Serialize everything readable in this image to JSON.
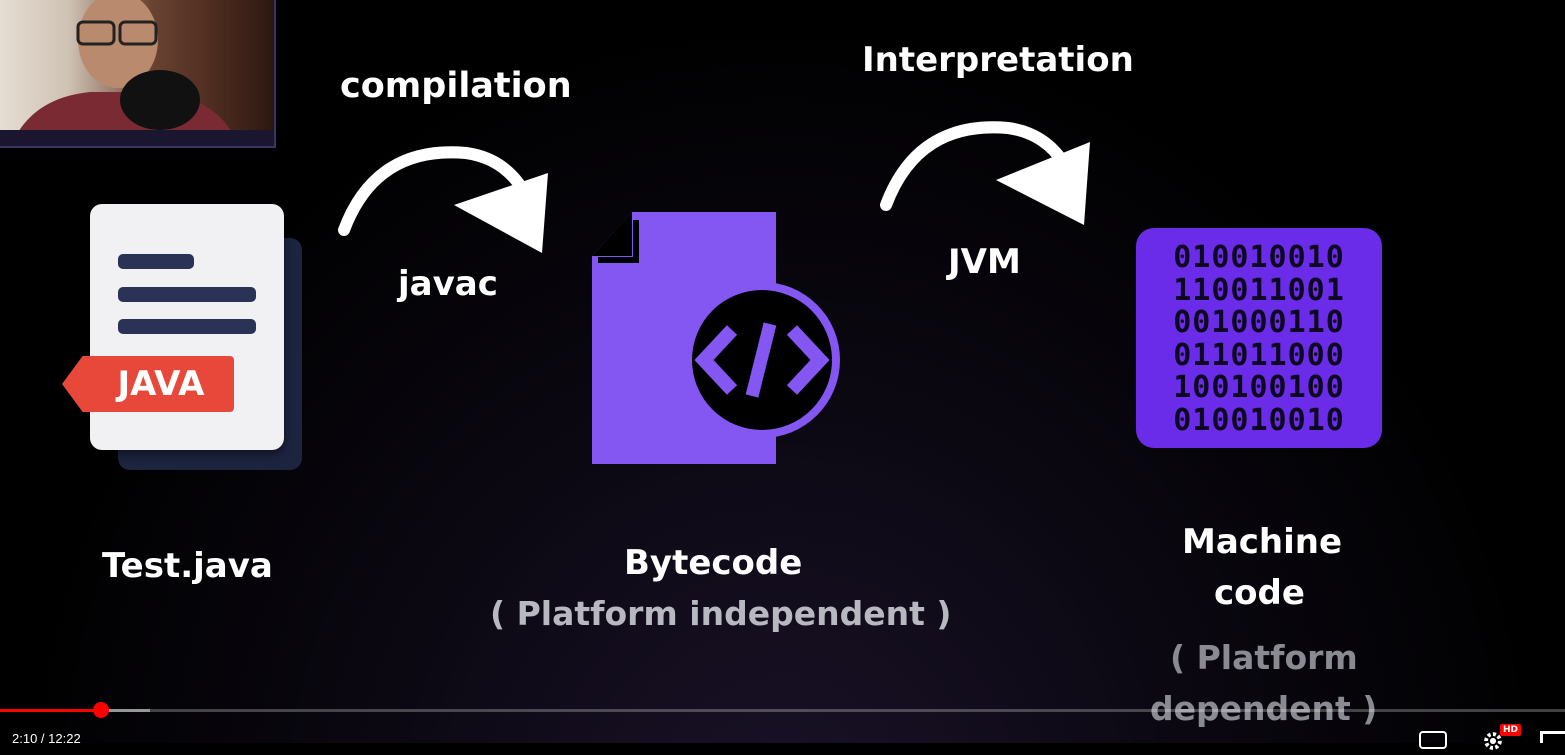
{
  "slide": {
    "compilation": "compilation",
    "javac": "javac",
    "interpretation": "Interpretation",
    "jvm": "JVM",
    "java_badge": "JAVA",
    "source_file": "Test.java",
    "bytecode": "Bytecode",
    "bytecode_note": "( Platform independent )",
    "machine_line1": "Machine",
    "machine_line2": "code",
    "machine_note1": "( Platform",
    "machine_note2": "dependent )",
    "binary_rows": [
      "010010010",
      "110011001",
      "001000110",
      "011011000",
      "100100100",
      "010010010"
    ],
    "code_glyph": "</>"
  },
  "player": {
    "current_time": "2:10",
    "separator": " / ",
    "duration": "12:22",
    "progress_fraction": 0.0648,
    "buffered_fraction": 0.096,
    "hd_badge": "HD"
  },
  "colors": {
    "accent_purple": "#8456f2",
    "binary_purple": "#6a2ce8",
    "java_red": "#e8483a",
    "progress_red": "#ff0000"
  },
  "icons": [
    "curved-arrow-icon",
    "java-file-icon",
    "bytecode-file-icon",
    "binary-chip-icon",
    "captions-icon",
    "settings-icon",
    "fullscreen-icon"
  ]
}
